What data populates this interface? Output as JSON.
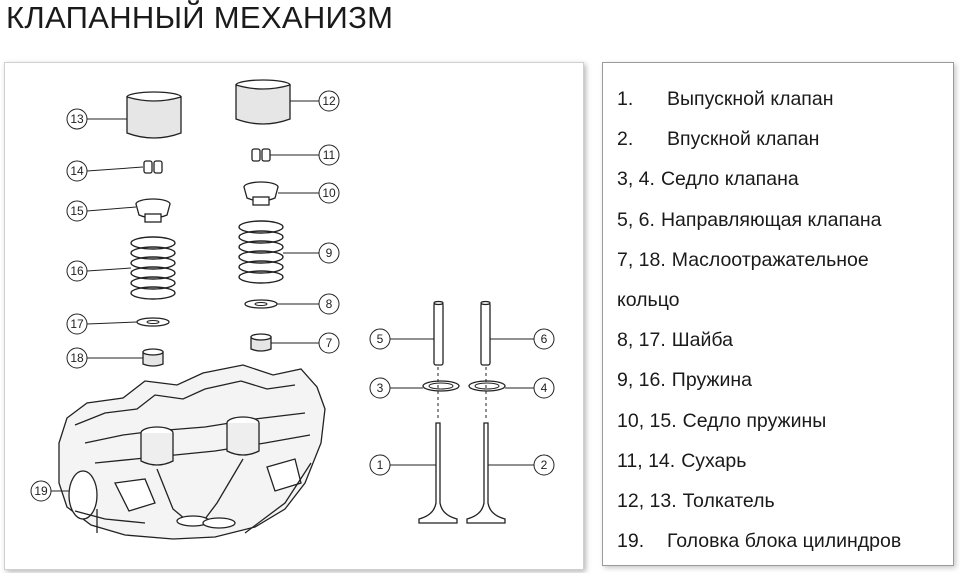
{
  "title": "КЛАПАННЫЙ МЕХАНИЗМ",
  "callouts": [
    "1",
    "2",
    "3",
    "4",
    "5",
    "6",
    "7",
    "8",
    "9",
    "10",
    "11",
    "12",
    "13",
    "14",
    "15",
    "16",
    "17",
    "18",
    "19"
  ],
  "legend": [
    {
      "num": "1.",
      "text": "Выпускной клапан",
      "style": "wide"
    },
    {
      "num": "2.",
      "text": "Впускной клапан",
      "style": "wide"
    },
    {
      "num": "3, 4.",
      "text": "Седло клапана",
      "style": "normal"
    },
    {
      "num": "5, 6.",
      "text": "Направляющая клапана",
      "style": "normal"
    },
    {
      "num": "7, 18.",
      "text": "Маслоотражательное",
      "style": "normal"
    },
    {
      "num": "",
      "text": "кольцо",
      "style": "cont"
    },
    {
      "num": "8, 17.",
      "text": "Шайба",
      "style": "normal"
    },
    {
      "num": "9, 16.",
      "text": "Пружина",
      "style": "normal"
    },
    {
      "num": "10, 15.",
      "text": "Седло пружины",
      "style": "normal"
    },
    {
      "num": "11, 14.",
      "text": "Сухарь",
      "style": "normal"
    },
    {
      "num": "12, 13.",
      "text": "Толкатель",
      "style": "normal"
    },
    {
      "num": "19.",
      "text": "Головка блока цилиндров",
      "style": "wide"
    }
  ]
}
